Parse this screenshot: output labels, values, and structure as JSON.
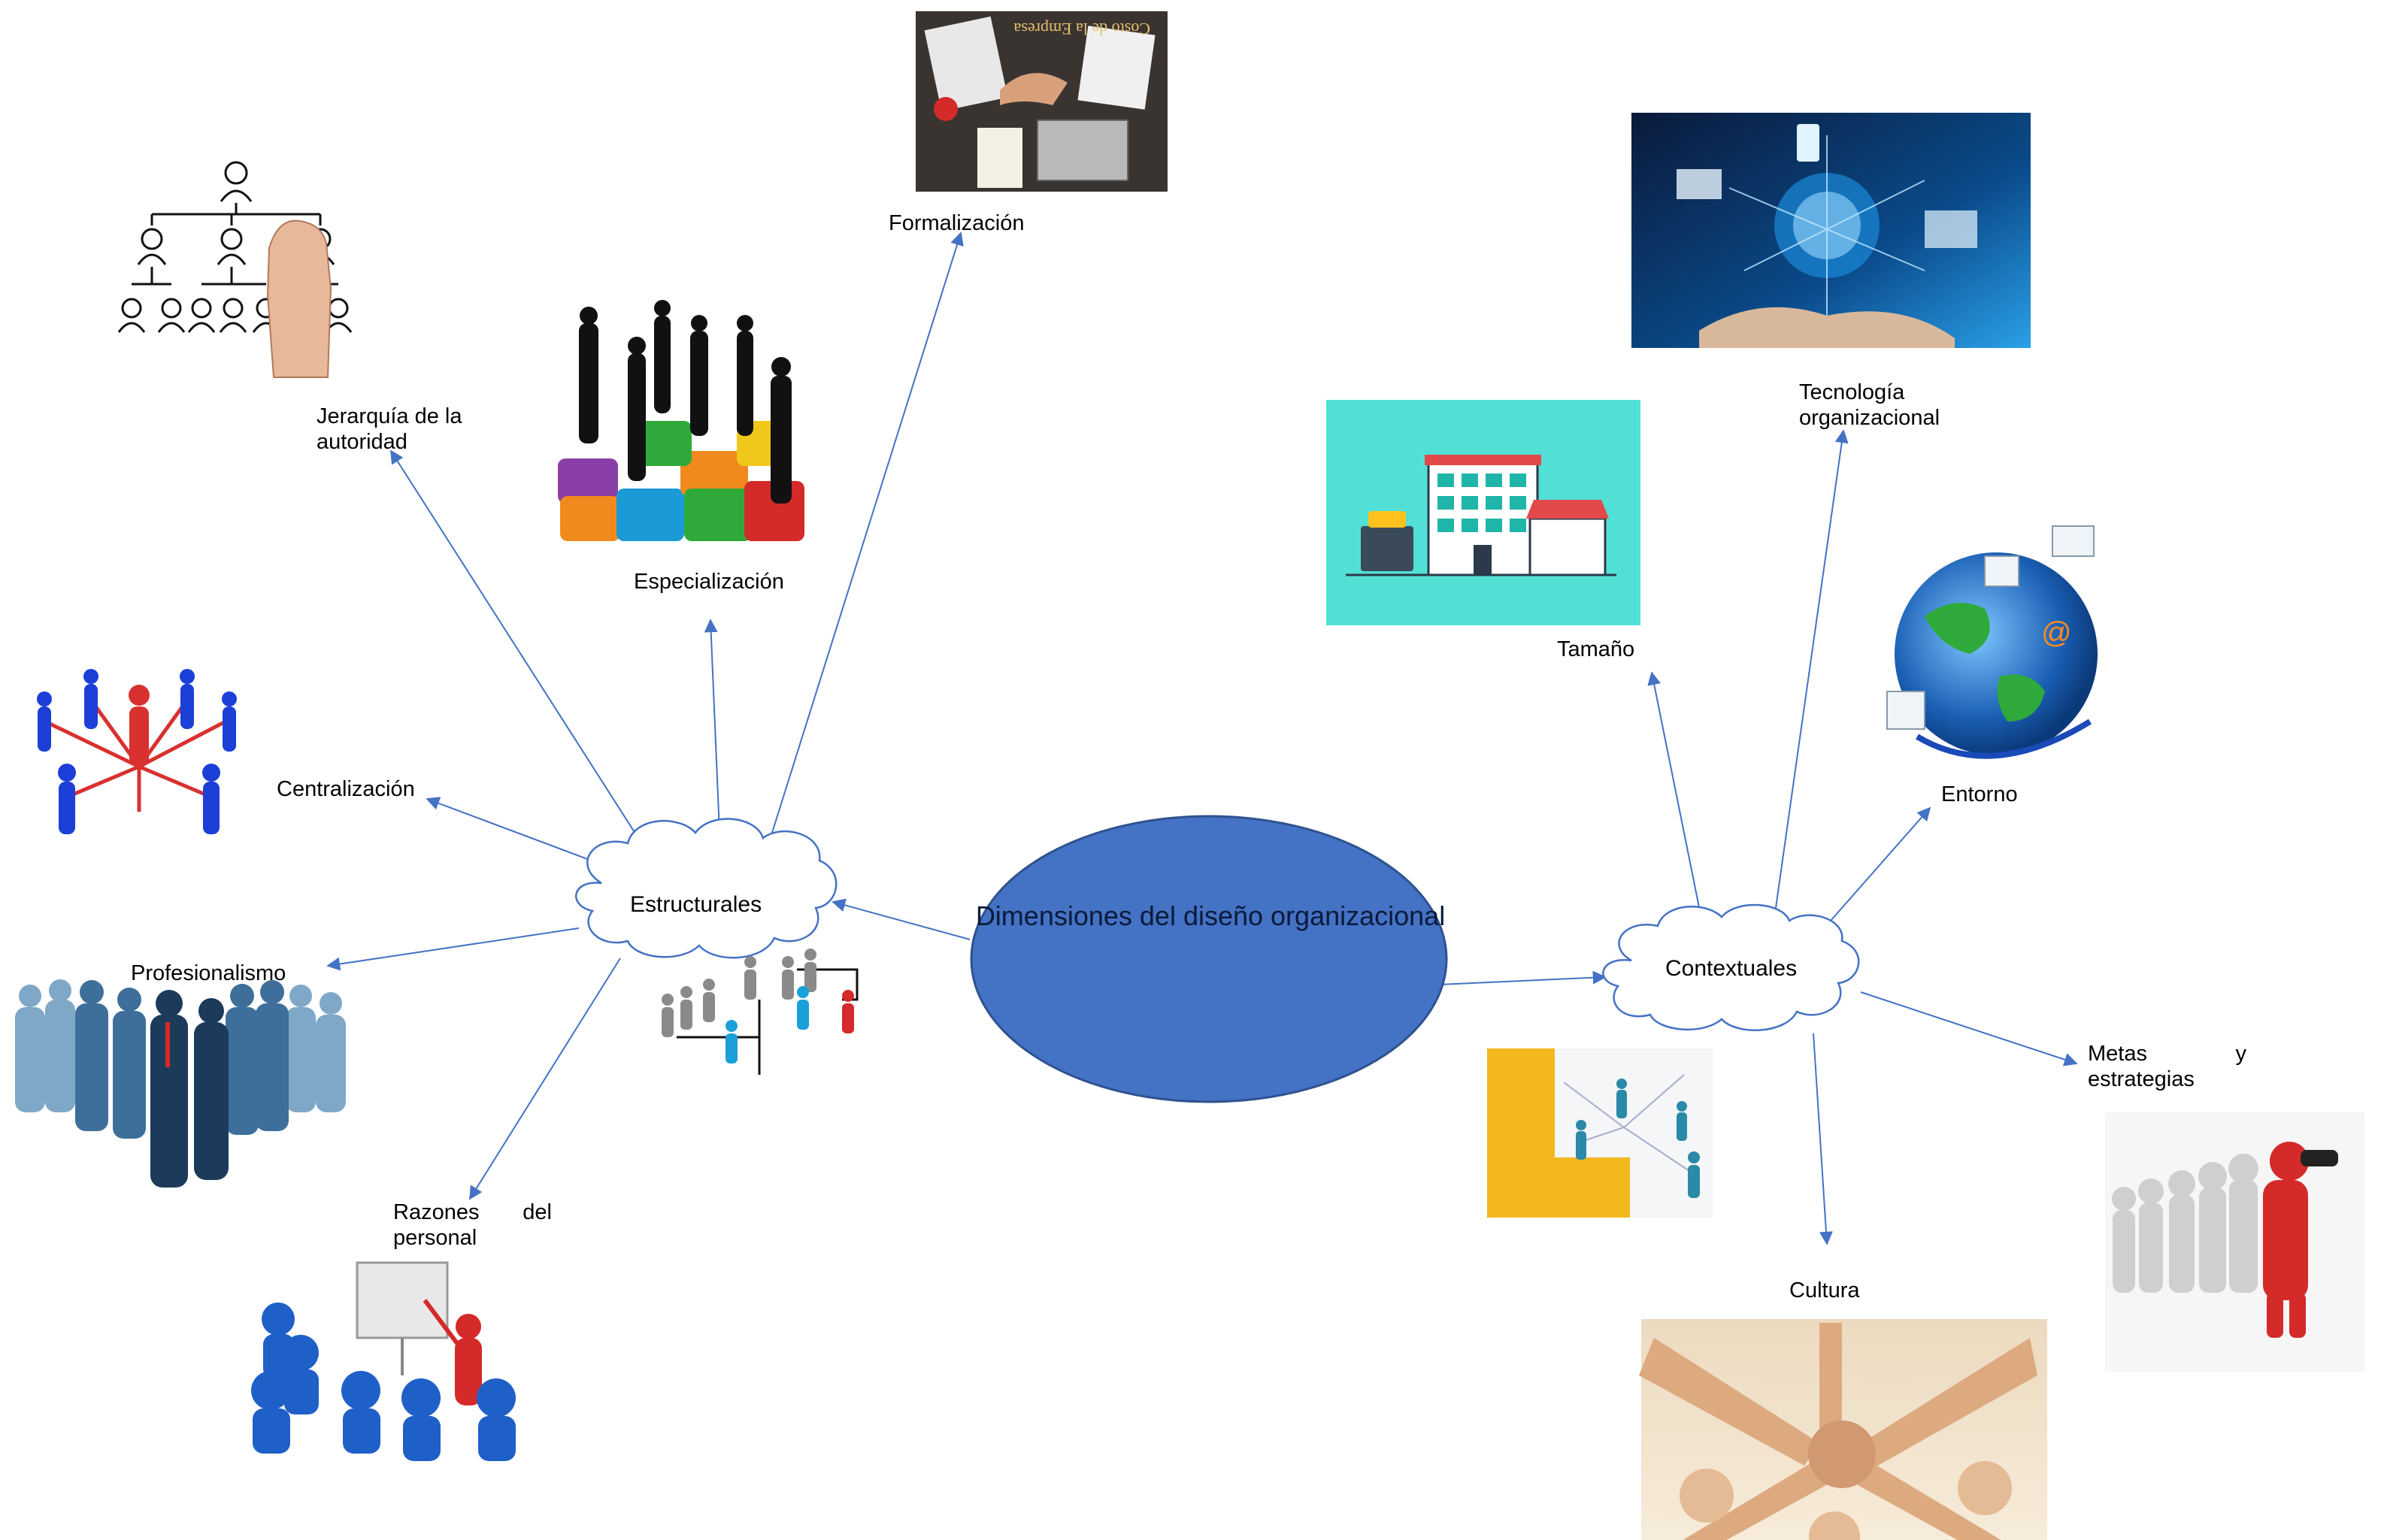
{
  "center": {
    "title": "Dimensiones del diseño organizacional"
  },
  "groups": {
    "structural": "Estructurales",
    "contextual": "Contextuales"
  },
  "structural_items": {
    "jerarquia": {
      "line1": "Jerarquía de la",
      "line2": "autoridad"
    },
    "especializacion": "Especialización",
    "formalizacion": "Formalización",
    "centralizacion": "Centralización",
    "profesionalismo": "Profesionalismo",
    "razones": {
      "w1": "Razones",
      "w2": "del",
      "line2": "personal"
    }
  },
  "contextual_items": {
    "tamano": "Tamaño",
    "tecnologia": {
      "line1": "Tecnología",
      "line2": "organizacional"
    },
    "entorno": "Entorno",
    "metas": {
      "w1": "Metas",
      "w2": "y",
      "line2": "estrategias"
    },
    "cultura": "Cultura"
  },
  "photo_text": {
    "formalizacion_caption": "Costo de la Empresa"
  },
  "colors": {
    "center_fill": "#4472c4",
    "center_stroke": "#2f528f",
    "arrow": "#4472c4"
  }
}
